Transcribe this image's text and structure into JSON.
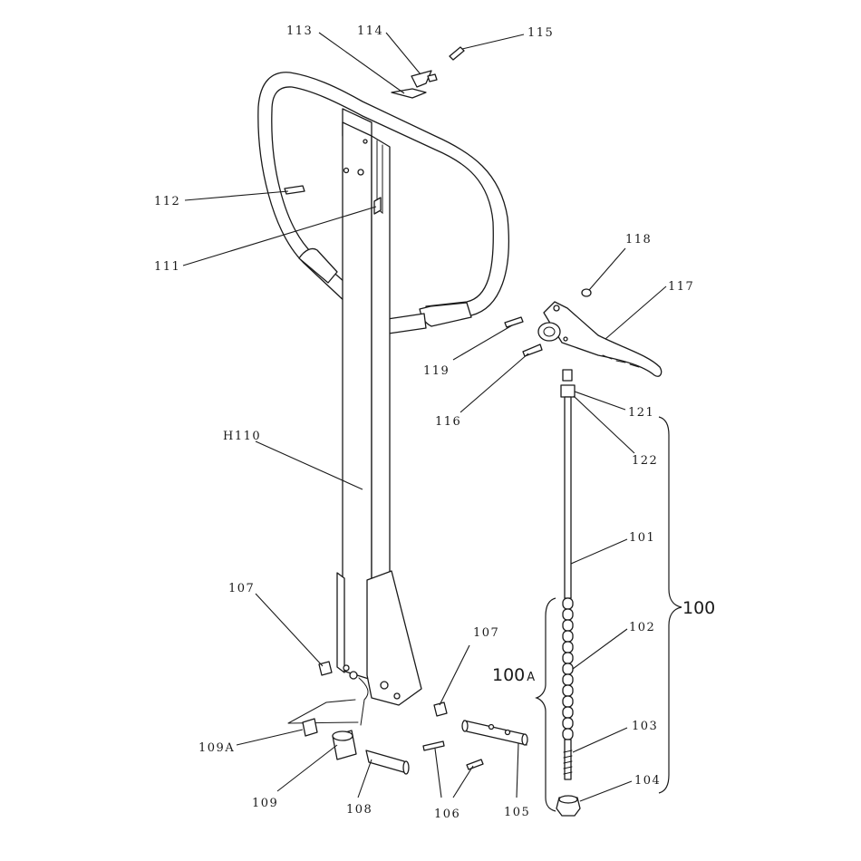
{
  "diagram": {
    "callouts": {
      "c113": "113",
      "c114": "114",
      "c115": "115",
      "c112": "112",
      "c111": "111",
      "c118": "118",
      "c117": "117",
      "c119": "119",
      "c116": "116",
      "c121": "121",
      "c122": "122",
      "cH110": "H110",
      "c101": "101",
      "c102": "102",
      "c103": "103",
      "c104": "104",
      "c107a": "107",
      "c107b": "107",
      "c109A": "109A",
      "c109": "109",
      "c108": "108",
      "c106": "106",
      "c105": "105"
    },
    "groups": {
      "g100": "100",
      "g100A_num": "100",
      "g100A_suffix": "A"
    }
  }
}
